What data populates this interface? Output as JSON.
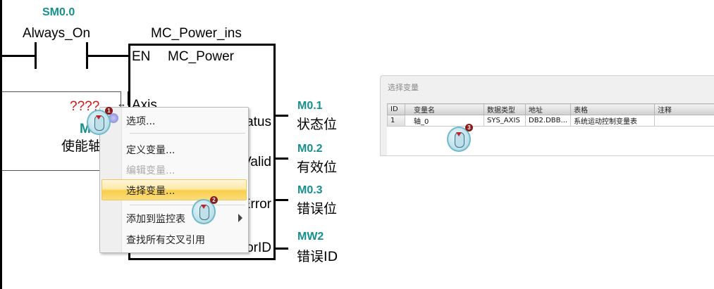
{
  "ladder": {
    "contact": {
      "address": "SM0.0",
      "name": "Always_On"
    },
    "block": {
      "instance": "MC_Power_ins",
      "type": "MC_Power",
      "en_pin": "EN",
      "inputs": [
        {
          "pin": "Axis",
          "value": "????",
          "address": "M",
          "name": "使能轴"
        }
      ],
      "outputs": [
        {
          "pin": "Status",
          "pin_visible": "atus",
          "address": "M0.1",
          "name": "状态位"
        },
        {
          "pin": "Valid",
          "pin_visible": "Valid",
          "address": "M0.2",
          "name": "有效位"
        },
        {
          "pin": "Error",
          "pin_visible": "Error",
          "address": "M0.3",
          "name": "错误位"
        },
        {
          "pin": "ErrorID",
          "pin_visible": "orID",
          "address": "MW2",
          "name": "错误ID"
        }
      ]
    }
  },
  "context_menu": {
    "items": [
      {
        "label": "选项...",
        "state": "normal"
      },
      {
        "label": "定义变量...",
        "state": "normal"
      },
      {
        "label": "编辑变量...",
        "state": "disabled"
      },
      {
        "label": "选择变量...",
        "state": "highlighted"
      },
      {
        "label": "添加到监控表",
        "state": "submenu"
      },
      {
        "label": "查找所有交叉引用",
        "state": "normal"
      }
    ]
  },
  "callouts": [
    {
      "step": "1"
    },
    {
      "step": "2"
    },
    {
      "step": "3"
    }
  ],
  "dialog": {
    "title": "选择变量",
    "columns": [
      "ID",
      "变量名",
      "数据类型",
      "地址",
      "表格",
      "注释"
    ],
    "rows": [
      {
        "id": "1",
        "name": "轴_0",
        "type": "SYS_AXIS",
        "address": "DB2.DBB...",
        "table": "系统运动控制变量表",
        "comment": ""
      }
    ]
  },
  "colors": {
    "address_teal": "#178f8f",
    "unassigned_red": "#d01818",
    "menu_highlight": "#f8cf4a"
  }
}
